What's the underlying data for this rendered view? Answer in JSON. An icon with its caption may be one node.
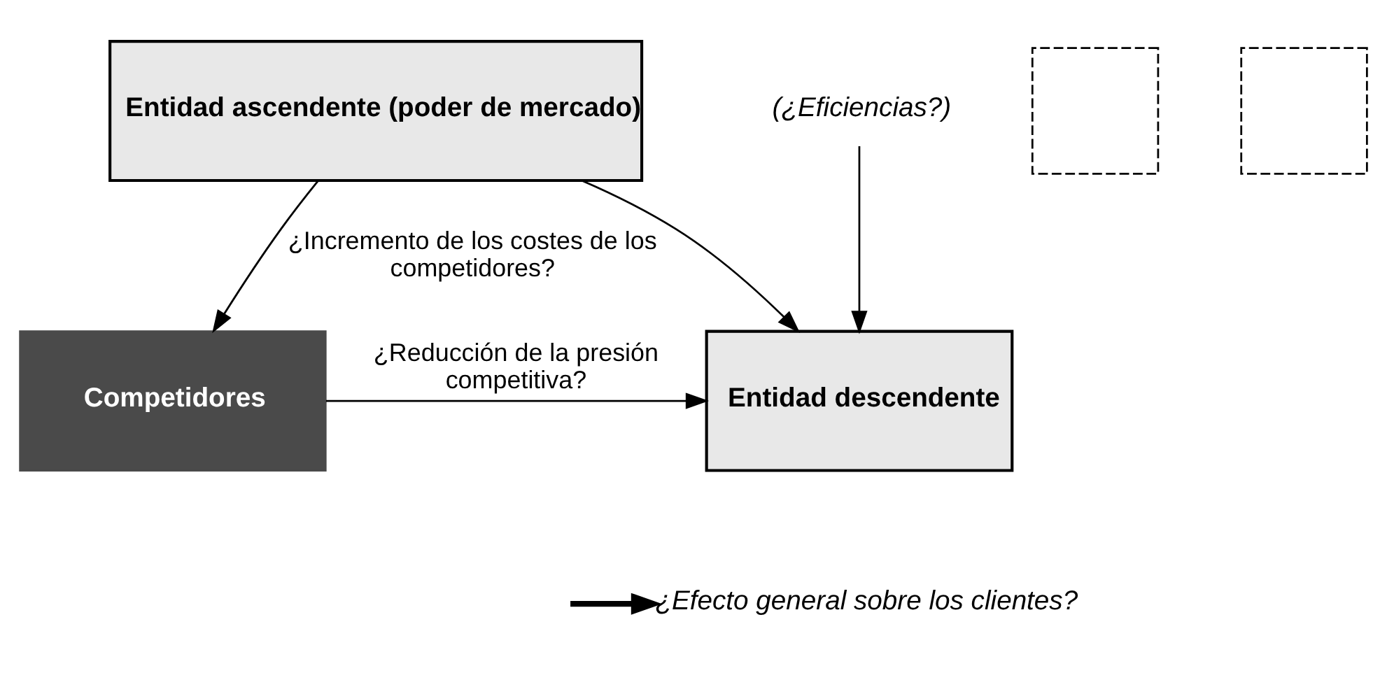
{
  "diagram": {
    "nodes": [
      {
        "text": [
          "Entidad ascendente (poder de mercado)"
        ]
      },
      {
        "text": [
          "(¿Eficiencias?)"
        ]
      },
      {
        "text": [
          "Entidad descendente"
        ]
      },
      {
        "text": [
          "Competidores"
        ]
      },
      {
        "text": [],
        "shape": "box"
      },
      {
        "text": [],
        "shape": "box"
      },
      {
        "text": [
          "¿Efecto general sobre los clientes?"
        ]
      }
    ],
    "edges": [
      {
        "from": 0,
        "to": 2,
        "arrow": "to"
      },
      {
        "from": 1,
        "to": 2,
        "arrow": "to"
      },
      {
        "from": 0,
        "to": 3,
        "arrow": "to",
        "label": "¿Incremento de los costes de los competidores?"
      },
      {
        "from": 3,
        "to": 2,
        "arrow": "to",
        "label": "¿Reducción de la presión competitiva?"
      },
      {
        "from": null,
        "to": 6,
        "arrow": "to",
        "style": "thick"
      }
    ]
  }
}
